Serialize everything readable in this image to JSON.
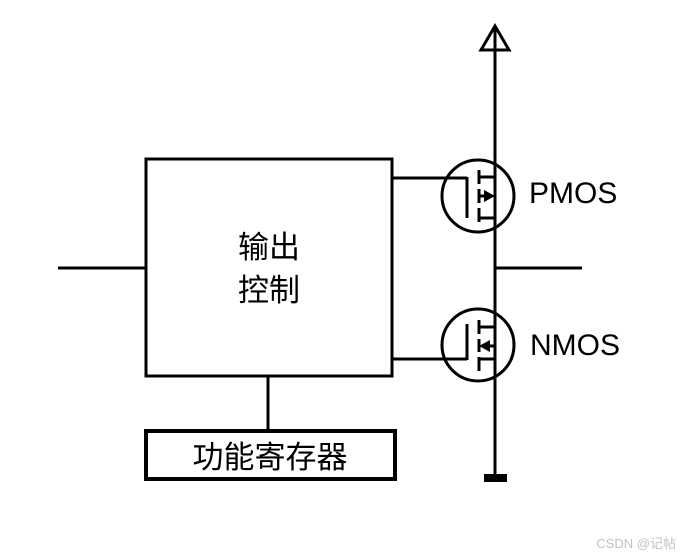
{
  "figure": {
    "background_color": "#ffffff",
    "line_color": "#000000",
    "blocks": {
      "output_control": {
        "line1": "输出",
        "line2": "控制"
      },
      "function_register": {
        "label": "功能寄存器"
      }
    },
    "transistors": {
      "pmos": {
        "label": "PMOS"
      },
      "nmos": {
        "label": "NMOS"
      }
    },
    "symbols": {
      "power": "power-supply-arrow-icon",
      "ground": "ground-icon"
    },
    "watermark": {
      "text": "CSDN @记帖",
      "color": "#c9bdbd"
    }
  }
}
